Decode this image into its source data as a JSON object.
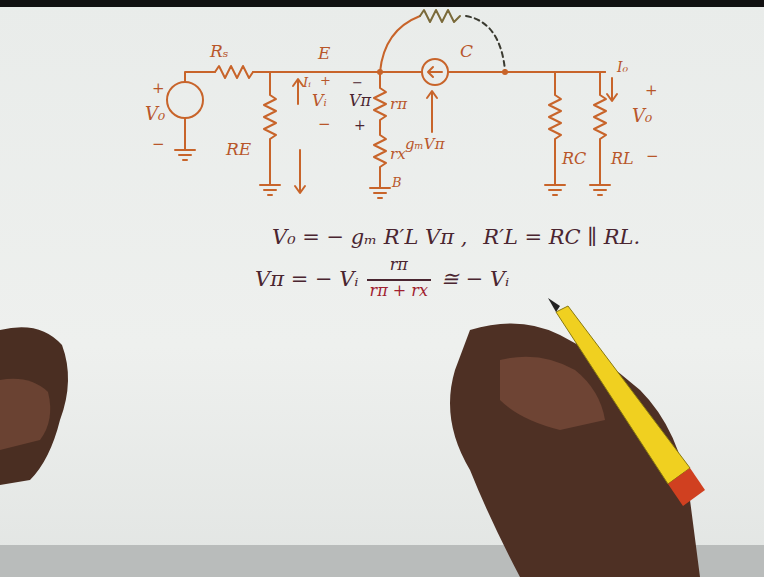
{
  "diagram": {
    "labels": [
      "Rₛ",
      "E",
      "C",
      "+",
      "V₀",
      "−",
      "RE",
      "Iᵢ",
      "+",
      "Vᵢ",
      "−",
      "−",
      "Vπ",
      "+",
      "rπ",
      "rx",
      "B",
      "gₘVπ",
      "I₀",
      "RC",
      "RL",
      "+",
      "V₀",
      "−",
      "V₀ = − gₘ R′L Vπ ,",
      "R′L = RC ∥ RL.",
      "Vπ = − Vᵢ",
      "rπ",
      "rπ + rx",
      "≅ − Vᵢ"
    ]
  }
}
